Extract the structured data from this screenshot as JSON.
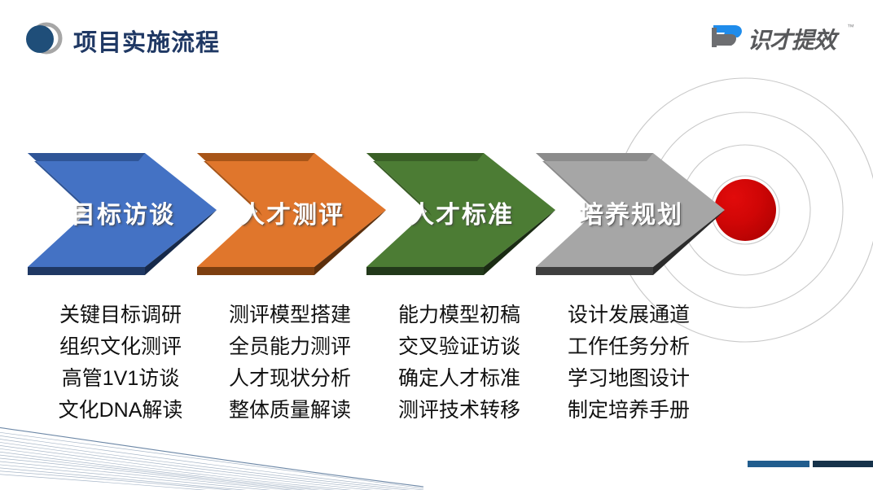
{
  "header": {
    "title": "项目实施流程",
    "logo_mark": "overlapping-circles-logo"
  },
  "corporate_logo": {
    "text": "识才提效",
    "trademark": "™",
    "mark": "stylized-d-logo",
    "blue": "#1f8ceb",
    "gray": "#6d6e71"
  },
  "steps": [
    {
      "label": "目标访谈",
      "color": "#4472c4",
      "side": "#2f5597",
      "edge": "#1f3864"
    },
    {
      "label": "人才测评",
      "color": "#e0762c",
      "side": "#a85518",
      "edge": "#7d3f10"
    },
    {
      "label": "人才标准",
      "color": "#4c7c34",
      "side": "#3a5f26",
      "edge": "#22391a"
    },
    {
      "label": "培养规划",
      "color": "#a6a6a6",
      "side": "#8c8c8c",
      "edge": "#3f3f3f"
    }
  ],
  "columns": [
    {
      "items": [
        "关键目标调研",
        "组织文化测评",
        "高管1V1访谈",
        "文化DNA解读"
      ]
    },
    {
      "items": [
        "测评模型搭建",
        "全员能力测评",
        "人才现状分析",
        "整体质量解读"
      ]
    },
    {
      "items": [
        "能力模型初稿",
        "交叉验证访谈",
        "确定人才标准",
        "测评技术转移"
      ]
    },
    {
      "items": [
        "设计发展通道",
        "工作任务分析",
        "学习地图设计",
        "制定培养手册"
      ]
    }
  ],
  "target": {
    "dot_color": "#d00606",
    "ring_color": "#c9c9c9",
    "ring_count": 4
  },
  "footer": {
    "bar_light_color": "#215d8e",
    "bar_dark_color": "#16324a"
  }
}
